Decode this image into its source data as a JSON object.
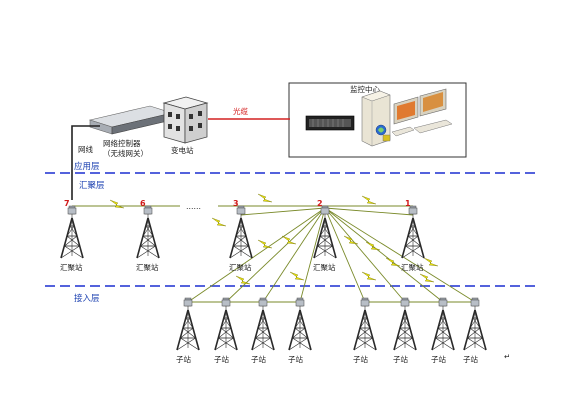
{
  "diagram": {
    "colors": {
      "layer_line": "#1b2fd0",
      "fiber": "#d42020",
      "wireless": "#e8e010",
      "wireless_outline": "#7a7a00",
      "link": "#7a8a2a",
      "tower": "#2a2a2a"
    },
    "labels": {
      "controller_line1": "网络控制器",
      "controller_line2": "（无线网关）",
      "substation": "变电站",
      "fiber": "光缆",
      "monitor_center": "监控中心",
      "network_cable": "网线",
      "ellipsis": "……",
      "end_mark": "↵"
    },
    "layers": {
      "application": "应用层",
      "aggregation": "汇聚层",
      "access": "接入层"
    },
    "aggregation_stations": [
      {
        "number": "7",
        "label": "汇聚站"
      },
      {
        "number": "6",
        "label": "汇聚站"
      },
      {
        "number": "3",
        "label": "汇聚站"
      },
      {
        "number": "2",
        "label": "汇聚站"
      },
      {
        "number": "1",
        "label": "汇聚站"
      }
    ],
    "sub_stations": [
      {
        "label": "子站"
      },
      {
        "label": "子站"
      },
      {
        "label": "子站"
      },
      {
        "label": "子站"
      },
      {
        "label": "子站"
      },
      {
        "label": "子站"
      },
      {
        "label": "子站"
      },
      {
        "label": "子站"
      }
    ],
    "icons": {
      "controller": "rack-server-icon",
      "substation": "building-icon",
      "monitor_server": "server-tower-icon",
      "monitor_rack": "server-rack-icon",
      "monitor_display": "monitor-icon",
      "tower": "antenna-tower-icon",
      "wireless": "lightning-bolt-icon"
    }
  }
}
